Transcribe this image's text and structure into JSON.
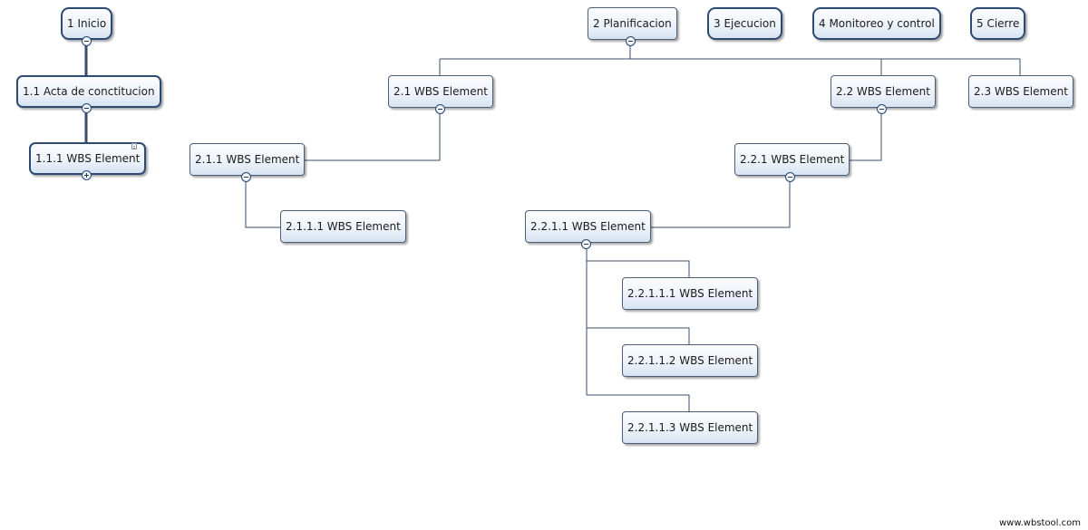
{
  "nodes": {
    "n1": "1 Inicio",
    "n1_1": "1.1 Acta de conctitucion",
    "n1_1_1": "1.1.1 WBS Element",
    "n2": "2 Planificacion",
    "n2_1": "2.1 WBS Element",
    "n2_1_1": "2.1.1 WBS Element",
    "n2_1_1_1": "2.1.1.1 WBS Element",
    "n2_2": "2.2 WBS Element",
    "n2_2_1": "2.2.1 WBS Element",
    "n2_2_1_1": "2.2.1.1 WBS Element",
    "n2_2_1_1_1": "2.2.1.1.1 WBS Element",
    "n2_2_1_1_2": "2.2.1.1.2 WBS Element",
    "n2_2_1_1_3": "2.2.1.1.3 WBS Element",
    "n2_3": "2.3 WBS Element",
    "n3": "3 Ejecucion",
    "n4": "4 Monitoreo y control",
    "n5": "5 Cierre"
  },
  "watermark": "www.wbstool.com",
  "colors": {
    "connector": "#3a4d6a",
    "node_border": "#4d5f78",
    "top_border": "#2d4a73"
  }
}
